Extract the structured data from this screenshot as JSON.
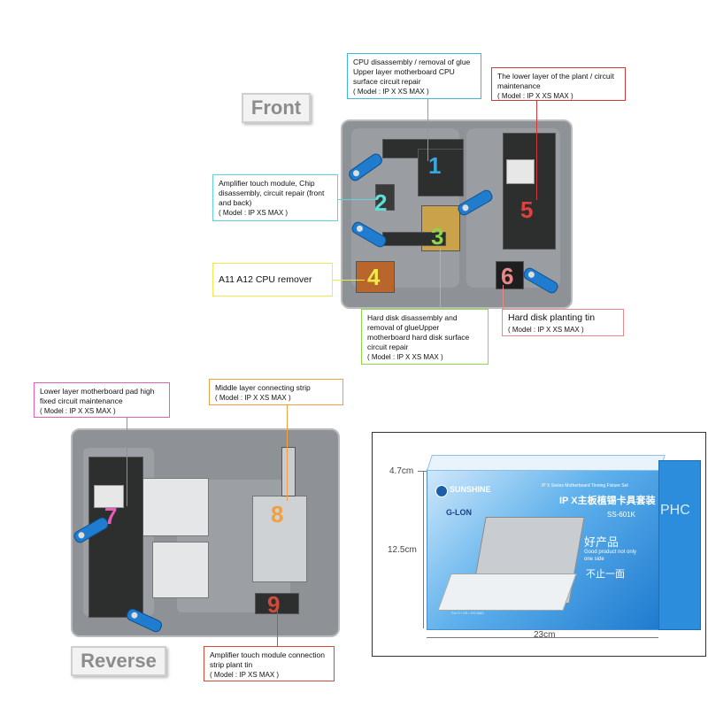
{
  "front_label": "Front",
  "reverse_label": "Reverse",
  "callouts": {
    "c1": {
      "text": "CPU disassembly / removal of glue Upper layer motherboard CPU surface circuit repair",
      "model": "( Model : IP X XS MAX )",
      "color": "#3fb6e0"
    },
    "c2": {
      "text": "Amplifier touch module, Chip disassembly, circuit repair (front and back)",
      "model": "( Model : IP XS MAX )",
      "color": "#5fd3d6"
    },
    "c3": {
      "text": "Hard disk disassembly and removal of glueUpper motherboard hard disk surface circuit repair",
      "model": "( Model : IP X XS MAX )",
      "color": "#8ed64a"
    },
    "c4": {
      "text": "A11 A12 CPU remover",
      "color": "#f2e94a"
    },
    "c5": {
      "text": "The lower layer of the plant / circuit maintenance",
      "model": "( Model : IP X XS MAX )",
      "color": "#d23a3a"
    },
    "c6": {
      "text": "Hard disk planting tin",
      "model": "( Model : IP X XS MAX )",
      "color": "#e88888"
    },
    "c7": {
      "text": "Lower layer motherboard pad high fixed circuit maintenance",
      "model": "( Model : IP X XS MAX )",
      "color": "#e55fb6"
    },
    "c8": {
      "text": "Middle layer connecting strip",
      "model": "( Model : IP X XS MAX )",
      "color": "#f0a040"
    },
    "c9": {
      "text": "Amplifier touch module connection strip plant tin",
      "model": "( Model : IP XS MAX )",
      "color": "#d24a3a"
    }
  },
  "numbers": {
    "n1": {
      "text": "1",
      "color": "#3aa8e0"
    },
    "n2": {
      "text": "2",
      "color": "#5ee0d6"
    },
    "n3": {
      "text": "3",
      "color": "#8ed64a"
    },
    "n4": {
      "text": "4",
      "color": "#f2e94a"
    },
    "n5": {
      "text": "5",
      "color": "#e04040"
    },
    "n6": {
      "text": "6",
      "color": "#e88888"
    },
    "n7": {
      "text": "7",
      "color": "#e55fb6"
    },
    "n8": {
      "text": "8",
      "color": "#f0a040"
    },
    "n9": {
      "text": "9",
      "color": "#d24a3a"
    }
  },
  "box": {
    "brand_sunshine": "SUNSHINE",
    "brand_glon": "G-LON",
    "title_cn": "IP X主板植锡卡具套装",
    "title_en": "IP X Series Motherboard Tinning Fixture Set",
    "model": "SS-601K",
    "slogan_cn_1": "好产品",
    "slogan_en": "Good product not only one side",
    "slogan_cn_2": "不止一面",
    "side_text": "PHC",
    "models_small": "For X / XS / XS MAX",
    "dim_depth": "4.7cm",
    "dim_height": "12.5cm",
    "dim_width": "23cm"
  }
}
